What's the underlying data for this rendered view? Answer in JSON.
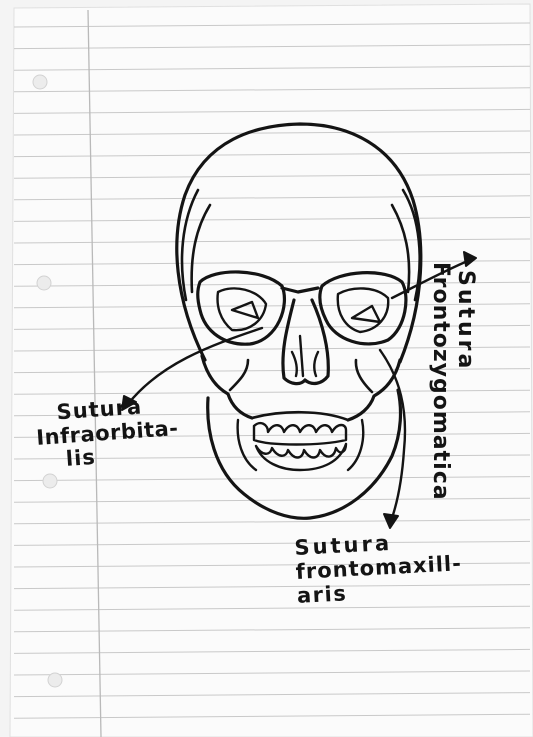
{
  "labels": {
    "infraorbitalis": {
      "line1": "Sutura",
      "line2": "Infraorbita-",
      "line3": "lis"
    },
    "frontomaxillaris": {
      "line1": "Sutura",
      "line2": "frontomaxill-",
      "line3": "aris"
    },
    "frontozygomatica": {
      "line1": "Sutura",
      "line2": "Frontozygomatica"
    }
  },
  "colors": {
    "paper": "#fbfbfb",
    "rule": "#c9c9c9",
    "margin": "#b9b9b9",
    "ink": "#141414",
    "scan_bg": "#f4f4f4"
  },
  "icons": [
    "punch-hole-icon",
    "arrow-head-icon"
  ]
}
